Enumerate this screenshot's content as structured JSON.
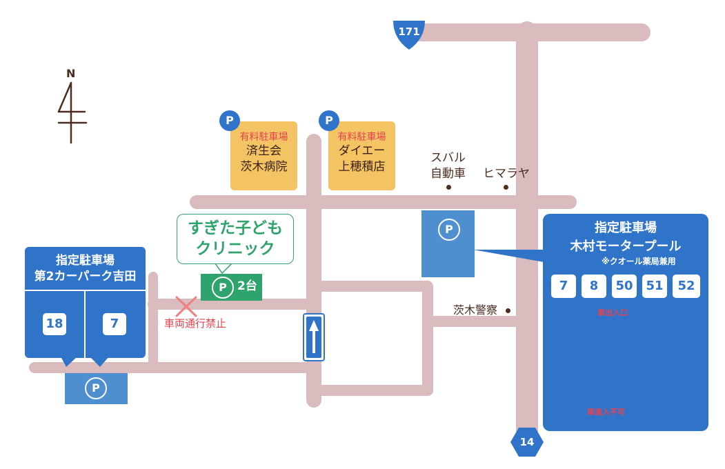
{
  "north_label": "N",
  "route_shields": {
    "top": "171",
    "bottom": "14"
  },
  "paid_parking_label": "有料駐車場",
  "parking_symbol": "P",
  "paid_lots": [
    {
      "name_line1": "済生会",
      "name_line2": "茨木病院"
    },
    {
      "name_line1": "ダイエー",
      "name_line2": "上穂積店"
    }
  ],
  "landmarks": {
    "subaru_line1": "スバル",
    "subaru_line2": "自動車",
    "himaraya": "ヒマラヤ",
    "police": "茨木警察"
  },
  "clinic": {
    "name_line1": "すぎた子ども",
    "name_line2": "クリニック",
    "parking_count": "2台"
  },
  "no_entry_label": "車両通行禁止",
  "designated_lot_left": {
    "heading_line1": "指定駐車場",
    "heading_line2": "第2カーパーク吉田",
    "spaces": [
      "18",
      "7"
    ]
  },
  "designated_lot_right": {
    "heading_line1": "指定駐車場",
    "heading_line2": "木村モータープール",
    "note": "※クオール薬局兼用",
    "spaces": [
      "7",
      "8",
      "50",
      "51",
      "52"
    ],
    "entrance_label": "車出入口",
    "no_entry_label": "車進入不可"
  },
  "colors": {
    "road": "#dbbcbe",
    "designated_lot": "#2f74c8",
    "parking_area": "#4f8fcf",
    "paid_lot": "#f4c464",
    "clinic_green": "#2ea36b",
    "warning_red": "#e8424f",
    "text_brown": "#4a2c20"
  }
}
